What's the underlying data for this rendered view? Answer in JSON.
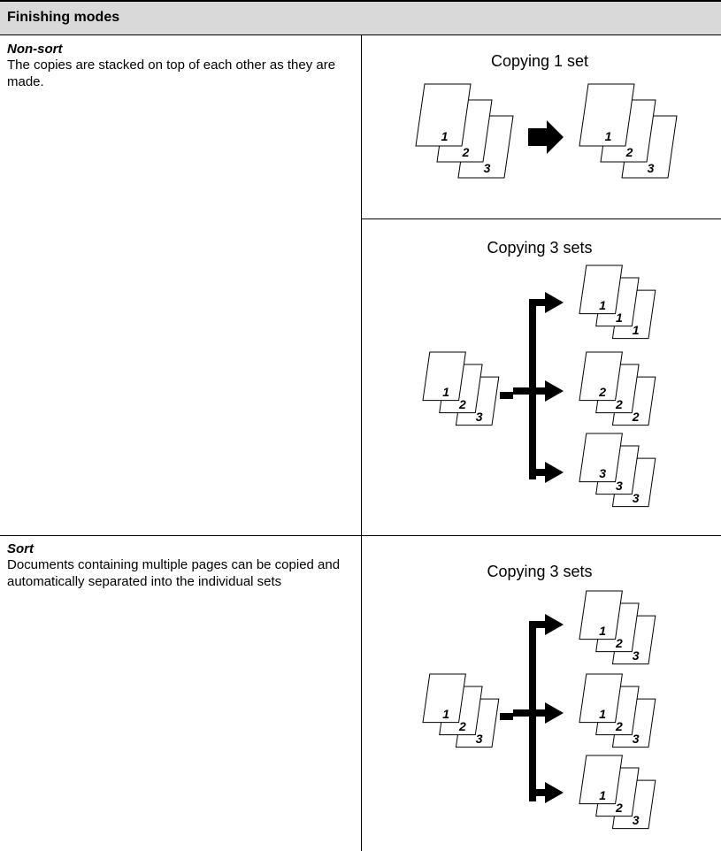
{
  "header": {
    "title": "Finishing modes"
  },
  "non_sort": {
    "title": "Non-sort",
    "description": "The copies are stacked on top of each other as they are made.",
    "panel1": {
      "caption": "Copying 1 set",
      "original_pages": [
        "1",
        "2",
        "3"
      ],
      "output_pages": [
        "1",
        "2",
        "3"
      ]
    },
    "panel2": {
      "caption": "Copying 3 sets",
      "original_pages": [
        "1",
        "2",
        "3"
      ],
      "output_sets": [
        [
          "1",
          "1",
          "1"
        ],
        [
          "2",
          "2",
          "2"
        ],
        [
          "3",
          "3",
          "3"
        ]
      ]
    }
  },
  "sort": {
    "title": "Sort",
    "description": "Documents containing multiple pages can be copied and automatically separated into the individual sets",
    "panel": {
      "caption": "Copying 3 sets",
      "original_pages": [
        "1",
        "2",
        "3"
      ],
      "output_sets": [
        [
          "1",
          "2",
          "3"
        ],
        [
          "1",
          "2",
          "3"
        ],
        [
          "1",
          "2",
          "3"
        ]
      ]
    }
  }
}
